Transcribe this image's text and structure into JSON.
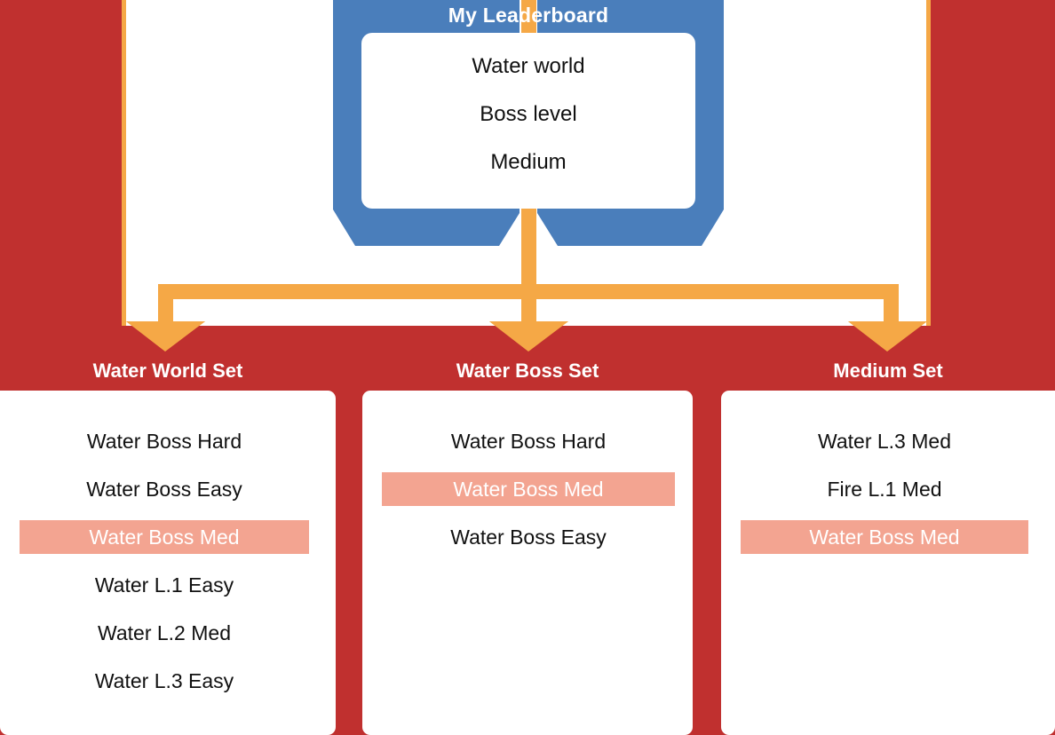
{
  "theme": {
    "background_red": "#C0302F",
    "tag_blue": "#4A7EBB",
    "connector_orange": "#F5A846",
    "highlight_salmon": "#F3A491",
    "panel_white": "#FFFFFF",
    "text_dark": "#111111"
  },
  "leaderboard": {
    "title": "My Leaderboard",
    "rows": [
      "Water world",
      "Boss level",
      "Medium"
    ]
  },
  "sets": [
    {
      "title": "Water World Set",
      "items": [
        {
          "label": "Water Boss Hard",
          "highlighted": false
        },
        {
          "label": "Water Boss Easy",
          "highlighted": false
        },
        {
          "label": "Water Boss Med",
          "highlighted": true
        },
        {
          "label": "Water L.1 Easy",
          "highlighted": false
        },
        {
          "label": "Water L.2 Med",
          "highlighted": false
        },
        {
          "label": "Water L.3 Easy",
          "highlighted": false
        }
      ]
    },
    {
      "title": "Water Boss Set",
      "items": [
        {
          "label": "Water Boss Hard",
          "highlighted": false
        },
        {
          "label": "Water Boss Med",
          "highlighted": true
        },
        {
          "label": "Water Boss Easy",
          "highlighted": false
        }
      ]
    },
    {
      "title": "Medium Set",
      "items": [
        {
          "label": "Water L.3 Med",
          "highlighted": false
        },
        {
          "label": "Fire L.1 Med",
          "highlighted": false
        },
        {
          "label": "Water Boss Med",
          "highlighted": true
        }
      ]
    }
  ],
  "connectors": {
    "description": "One orange trunk descends from the leaderboard tag to a horizontal distribution bar, which branches into three downward arrows, one per set column."
  }
}
